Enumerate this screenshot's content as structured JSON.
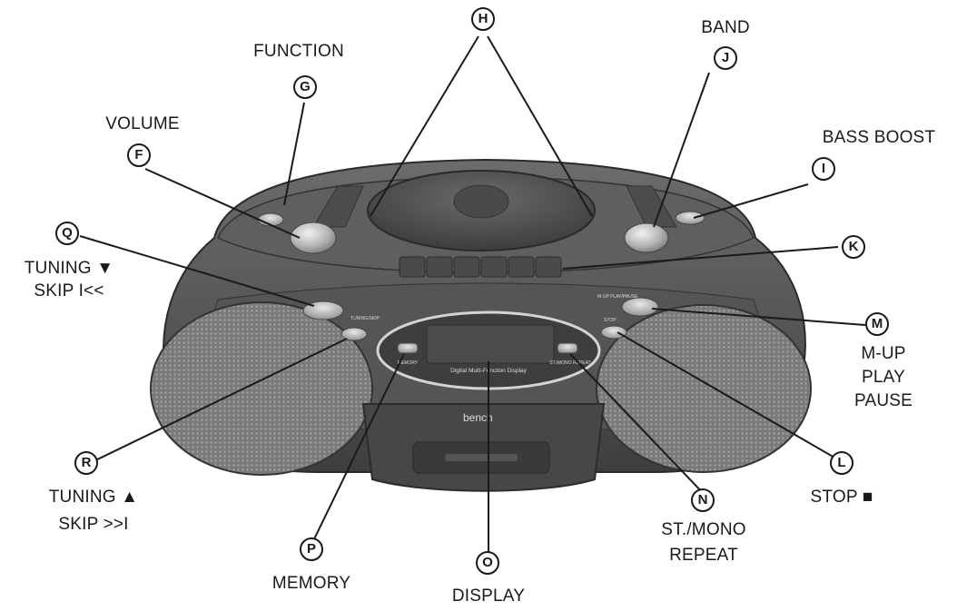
{
  "callouts": [
    {
      "letter": "H",
      "lines": []
    },
    {
      "letter": "J",
      "lines": [
        "BAND"
      ]
    },
    {
      "letter": "G",
      "lines": [
        "FUNCTION"
      ]
    },
    {
      "letter": "F",
      "lines": [
        "VOLUME"
      ]
    },
    {
      "letter": "I",
      "lines": [
        "BASS BOOST"
      ]
    },
    {
      "letter": "Q",
      "lines": [
        "TUNING ▼",
        "SKIP I<<"
      ]
    },
    {
      "letter": "K",
      "lines": []
    },
    {
      "letter": "M",
      "lines": [
        "M-UP",
        "PLAY",
        "PAUSE"
      ]
    },
    {
      "letter": "R",
      "lines": [
        "TUNING ▲",
        "SKIP >>I"
      ]
    },
    {
      "letter": "L",
      "lines": [
        "STOP ■"
      ]
    },
    {
      "letter": "P",
      "lines": [
        "MEMORY"
      ]
    },
    {
      "letter": "O",
      "lines": [
        "DISPLAY"
      ]
    },
    {
      "letter": "N",
      "lines": [
        "ST./MONO",
        "REPEAT"
      ]
    }
  ],
  "device": {
    "brand": "bench",
    "display_caption": "Digital Multi-Function Display",
    "memory_label": "MEMORY",
    "stmono_label": "ST./MONO REPEAT",
    "stop_label": "STOP",
    "mup_label": "M-UP PLAY/PAUSE",
    "tuning_label": "TUNING/SKIP"
  }
}
